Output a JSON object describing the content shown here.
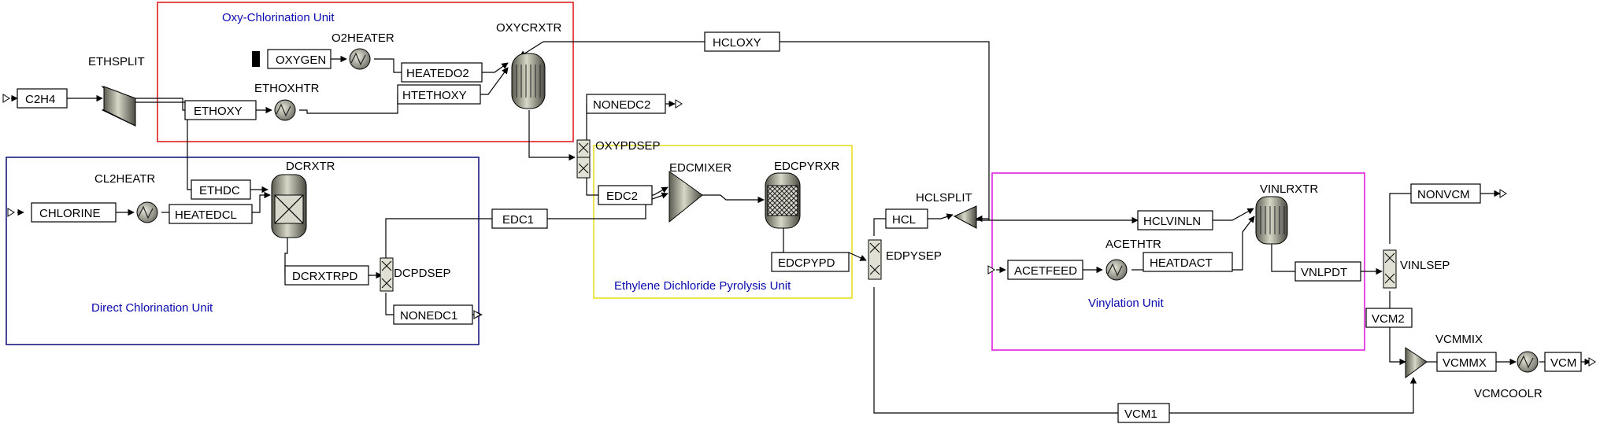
{
  "units": {
    "oxy": {
      "label": "Oxy-Chlorination Unit",
      "color": "#e02020"
    },
    "direct": {
      "label": "Direct Chlorination Unit",
      "color": "#1a1a80"
    },
    "pyro": {
      "label": "Ethylene Dichloride Pyrolysis Unit",
      "color": "#e8e020"
    },
    "vinyl": {
      "label": "Vinylation Unit",
      "color": "#e020e0"
    }
  },
  "unit_label_color": "#0a0ab0",
  "blocks": {
    "ethsplit": "ETHSPLIT",
    "o2heater": "O2HEATER",
    "oxycrxtr": "OXYCRXTR",
    "ethoxhtr": "ETHOXHTR",
    "oxypdsep": "OXYPDSEP",
    "cl2heatr": "CL2HEATR",
    "dcrxtr": "DCRXTR",
    "dcpdsep": "DCPDSEP",
    "edcmixer": "EDCMIXER",
    "edcpyrxr": "EDCPYRXR",
    "hclsplit": "HCLSPLIT",
    "edpysep": "EDPYSEP",
    "vinlrxtr": "VINLRXTR",
    "acethtr": "ACETHTR",
    "vinlsep": "VINLSEP",
    "vcmmix": "VCMMIX",
    "vcmcoolr": "VCMCOOLR"
  },
  "streams": {
    "c2h4": "C2H4",
    "oxygen": "OXYGEN",
    "heatedo2": "HEATEDO2",
    "htethoxy": "HTETHOXY",
    "ethoxy": "ETHOXY",
    "hcloxy": "HCLOXY",
    "nonedc2": "NONEDC2",
    "ethdc": "ETHDC",
    "chlorine": "CHLORINE",
    "heatedcl": "HEATEDCL",
    "dcrxtrpd": "DCRXTRPD",
    "nonedc1": "NONEDC1",
    "edc1": "EDC1",
    "edc2": "EDC2",
    "edcpypd": "EDCPYPD",
    "hcl": "HCL",
    "hclvinln": "HCLVINLN",
    "acetfeed": "ACETFEED",
    "heatdact": "HEATDACT",
    "vnlpdt": "VNLPDT",
    "nonvcm": "NONVCM",
    "vcm2": "VCM2",
    "vcmmx": "VCMMX",
    "vcm": "VCM",
    "vcm1": "VCM1"
  }
}
